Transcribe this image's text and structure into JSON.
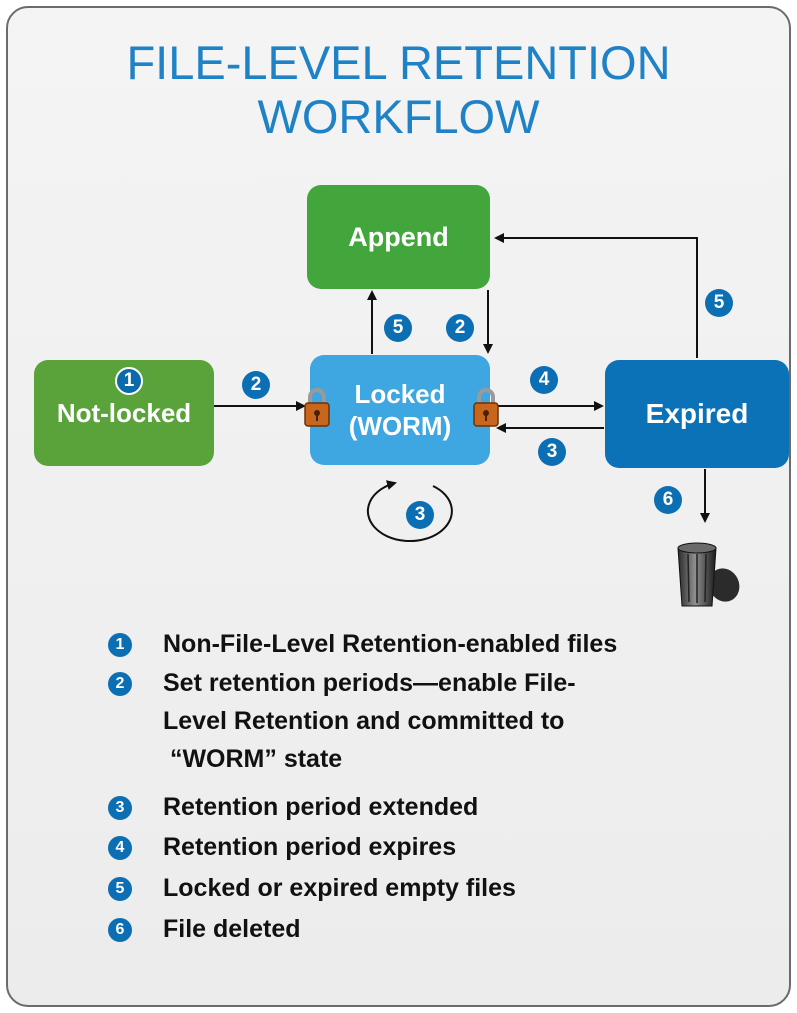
{
  "title": {
    "line1": "FILE-LEVEL RETENTION",
    "line2": "WORKFLOW"
  },
  "nodes": {
    "append": "Append",
    "not_locked": "Not-locked",
    "locked_line1": "Locked",
    "locked_line2": "(WORM)",
    "expired": "Expired"
  },
  "badges": {
    "not_locked": "1",
    "to_locked": "2",
    "locked_to_append": "5",
    "append_to_locked": "2",
    "expired_to_append": "5",
    "locked_to_expired": "4",
    "expired_to_locked": "3",
    "loop_extend": "3",
    "delete": "6"
  },
  "legend": [
    {
      "num": "1",
      "lines": [
        "Non-File-Level Retention-enabled files"
      ]
    },
    {
      "num": "2",
      "lines": [
        "Set retention periods—enable File-",
        "Level Retention and committed to",
        " “WORM” state"
      ]
    },
    {
      "num": "3",
      "lines": [
        "Retention period extended"
      ]
    },
    {
      "num": "4",
      "lines": [
        "Retention period expires"
      ]
    },
    {
      "num": "5",
      "lines": [
        "Locked or expired empty files"
      ]
    },
    {
      "num": "6",
      "lines": [
        "File deleted"
      ]
    }
  ],
  "colors": {
    "title": "#1f82c6",
    "append": "#43a63c",
    "not_locked": "#5aa33b",
    "locked": "#3ea6e0",
    "expired": "#0c72b8",
    "badge": "#0c6eb3"
  },
  "icons": [
    "lock-icon",
    "trash-can-icon",
    "circular-arrow"
  ]
}
